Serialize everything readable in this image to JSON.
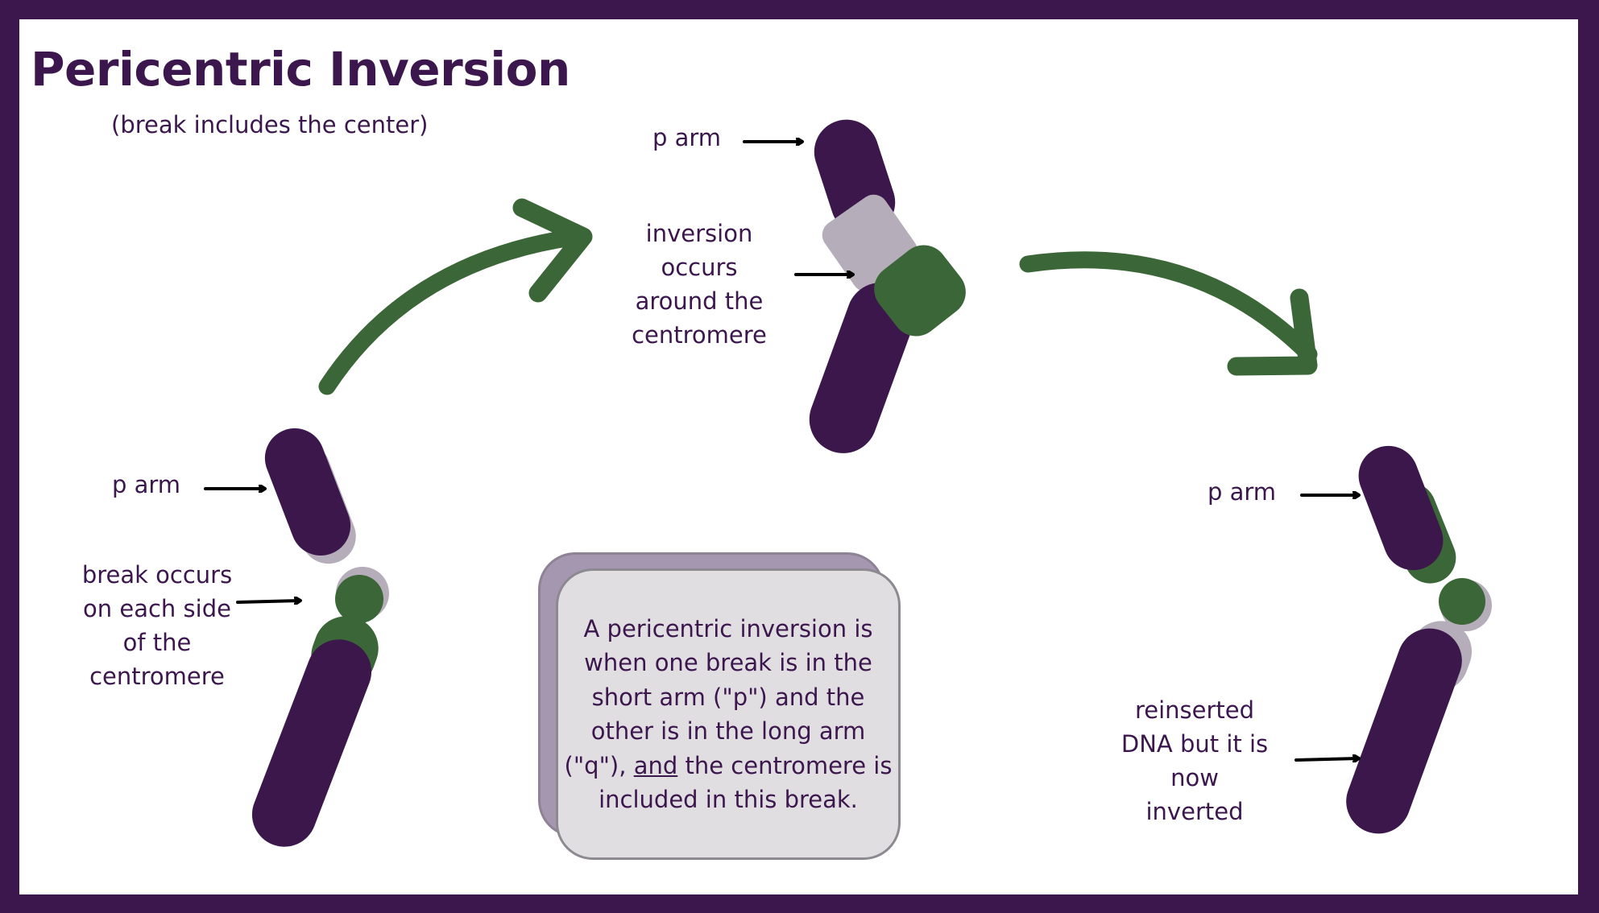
{
  "title": "Pericentric Inversion",
  "subtitle": "(break includes the center)",
  "labels": {
    "left_p_arm": "p arm",
    "left_break": "break  occurs\non each side\nof the\ncentromere",
    "middle_p_arm": "p arm",
    "middle_inversion": "inversion\noccurs\naround the\ncentromere",
    "right_p_arm": "p arm",
    "right_reinserted": "reinserted\nDNA but it is\nnow\ninverted"
  },
  "note": {
    "part1": "A pericentric inversion is when one break is in the short arm (\"p\") and the other is in the long arm (\"q\"), ",
    "underlined": "and",
    "part2": " the centromere is included in this break."
  },
  "colors": {
    "frame": "#3c174e",
    "chromosome": "#3b174c",
    "centromere": "#3b6637",
    "break_region": "#b5adb9",
    "flow_arrow": "#3b6637",
    "pointer_arrow": "#000000",
    "note_front": "#e1dee2",
    "note_back": "#a597b0"
  }
}
